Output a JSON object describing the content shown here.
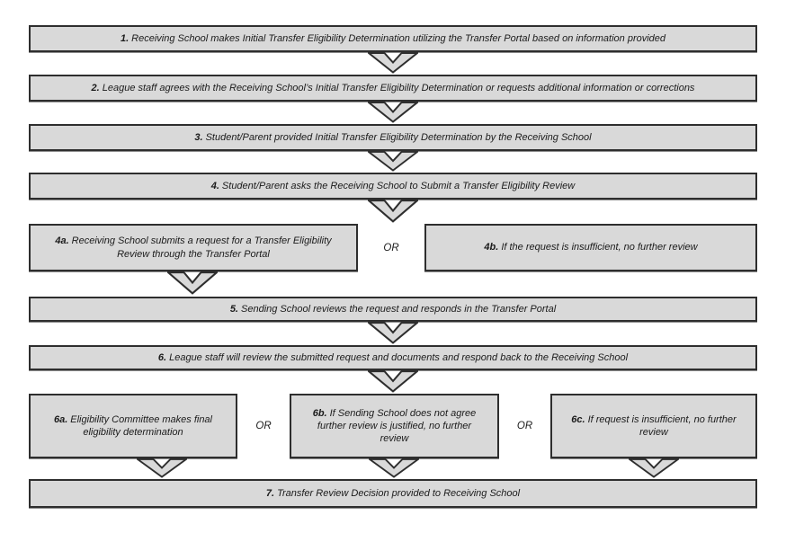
{
  "diagram": {
    "type": "flowchart",
    "or_label": "OR",
    "colors": {
      "box_fill": "#d9d9d9",
      "box_border": "#2e2e2e",
      "arrow_fill": "#d9d9d9",
      "text_color": "#1b1b1b",
      "background": "#ffffff"
    },
    "boxes": {
      "b1": {
        "number": "1.",
        "text": "Receiving School makes Initial Transfer Eligibility Determination utilizing the Transfer Portal based on information provided"
      },
      "b2": {
        "number": "2.",
        "text": "League staff agrees with the Receiving School’s Initial Transfer Eligibility Determination or requests additional information or corrections"
      },
      "b3": {
        "number": "3.",
        "text": "Student/Parent provided Initial Transfer Eligibility Determination by the Receiving School"
      },
      "b4": {
        "number": "4.",
        "text": "Student/Parent asks the Receiving School to Submit a Transfer Eligibility Review"
      },
      "b4a": {
        "number": "4a.",
        "text": "Receiving School submits a request for a Transfer Eligibility Review through the Transfer Portal"
      },
      "b4b": {
        "number": "4b.",
        "text": "If the request is insufficient, no further review"
      },
      "b5": {
        "number": "5.",
        "text": "Sending School reviews the request and responds in the Transfer Portal"
      },
      "b6": {
        "number": "6.",
        "text": "League staff will review the submitted request and documents and respond back to the Receiving School"
      },
      "b6a": {
        "number": "6a.",
        "text": "Eligibility Committee makes final eligibility determination"
      },
      "b6b": {
        "number": "6b.",
        "text": "If Sending School does not agree further review is justified, no further review"
      },
      "b6c": {
        "number": "6c.",
        "text": "If request is insufficient, no further review"
      },
      "b7": {
        "number": "7.",
        "text": "Transfer Review Decision provided to Receiving School"
      }
    }
  }
}
